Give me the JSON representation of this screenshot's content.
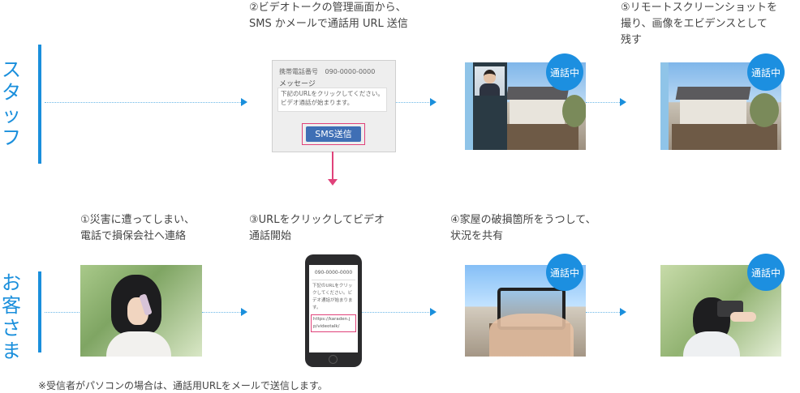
{
  "rows": {
    "staff_label": "スタッフ",
    "customer_label": "お客さま"
  },
  "steps": {
    "step2": [
      "②ビデオトークの管理画面から、",
      "SMS かメールで通話用 URL 送信"
    ],
    "step5": [
      "⑤リモートスクリーンショットを",
      "撮り、画像をエビデンスとして",
      "残す"
    ],
    "step1": [
      "①災害に遭ってしまい、",
      "電話で損保会社へ連絡"
    ],
    "step3": [
      "③URLをクリックしてビデオ",
      "通話開始"
    ],
    "step4": [
      "④家屋の破損箇所をうつして、",
      "状況を共有"
    ]
  },
  "sms_panel": {
    "phone_label": "携帯電話番号",
    "phone_number": "090-0000-0000",
    "message_label": "メッセージ",
    "message_text": "下記のURLをクリックしてください。ビデオ通話が始まります。",
    "send_button": "SMS送信"
  },
  "phone_screen": {
    "number": "090-0000-0000",
    "message": "下記のURLをクリックしてください。ビデオ通話が始まりま す。",
    "url": "https://karaden.jp/videotalk/"
  },
  "badge_text": "通話中",
  "footnote": "※受信者がパソコンの場合は、通話用URLをメールで送信します。",
  "colors": {
    "accent": "#1a8fdc",
    "badge": "#1c8fe0",
    "highlight": "#e0427a",
    "sms_button": "#3f6fb5"
  }
}
